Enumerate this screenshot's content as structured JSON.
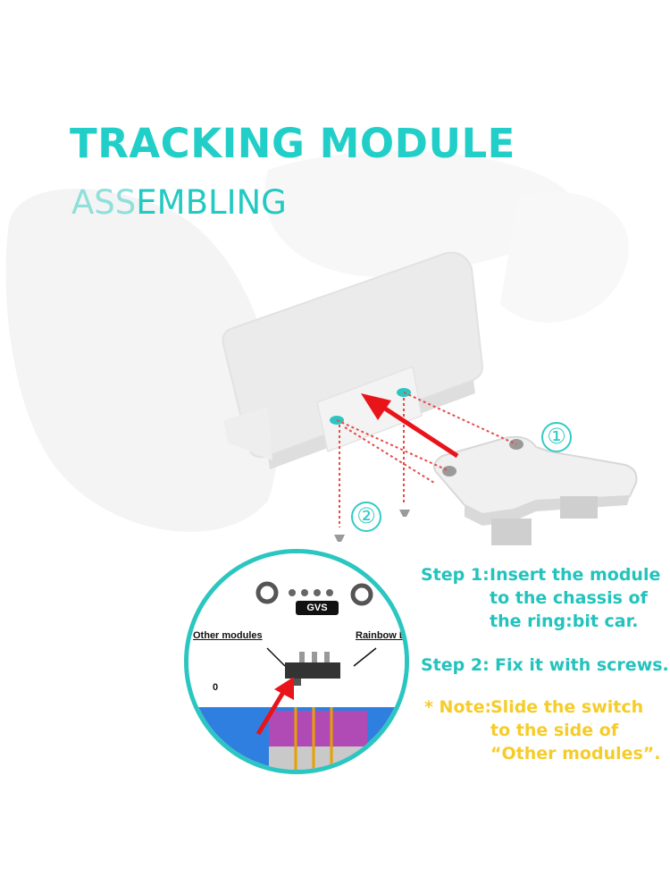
{
  "header": {
    "title": "TRACKING MODULE",
    "subtitle_light": "ASS",
    "subtitle_dark": "EMBLING"
  },
  "callouts": {
    "one": "①",
    "two": "②"
  },
  "detail": {
    "pins_label": "GVS",
    "other_modules": "Other modules",
    "rainbow": "Rainbow L",
    "zero": "0"
  },
  "steps": [
    {
      "label": "Step 1:",
      "lines": [
        "Insert the module",
        "to the chassis of",
        "the ring:bit car."
      ]
    },
    {
      "label": "Step 2:",
      "lines": [
        "Fix it with screws."
      ]
    }
  ],
  "note": {
    "label": "* Note:",
    "lines": [
      "Slide the switch",
      "to the side of",
      "“Other modules”."
    ]
  },
  "colors": {
    "accent": "#22cfc8",
    "note": "#f6cc2a",
    "arrow": "#e8141a"
  }
}
